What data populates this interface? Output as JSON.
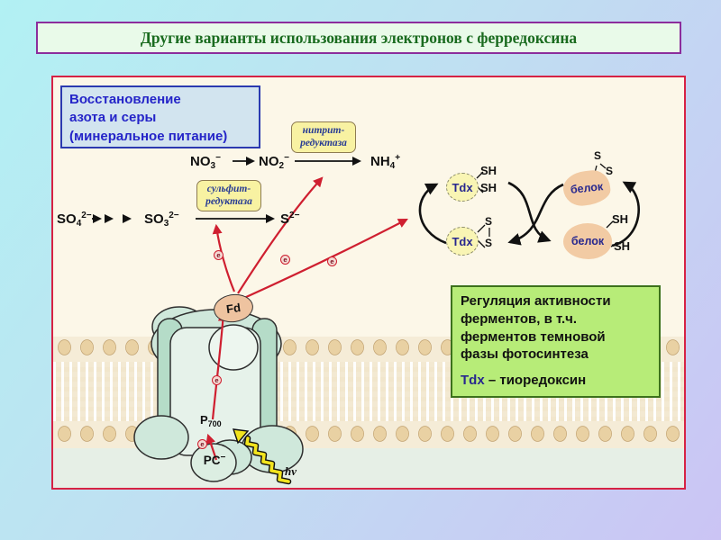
{
  "title": "Другие варианты использования электронов с ферредоксина",
  "blue_box": {
    "line1": "Восстановление",
    "line2": "азота и серы",
    "line3": "(минеральное питание)"
  },
  "nitrogen": {
    "no3": {
      "base": "NO",
      "sub": "3",
      "sup": "−"
    },
    "no2": {
      "base": "NO",
      "sub": "2",
      "sup": "−"
    },
    "nh4": {
      "base": "NH",
      "sub": "4",
      "sup": "+"
    },
    "enzyme": {
      "line1": "нитрит-",
      "line2": "редуктаза"
    }
  },
  "sulfur": {
    "so4": {
      "base": "SO",
      "sub": "4",
      "sup": "2−"
    },
    "so3": {
      "base": "SO",
      "sub": "3",
      "sup": "2−"
    },
    "s": {
      "base": "S",
      "sup": "2−"
    },
    "enzyme": {
      "line1": "сульфит-",
      "line2": "редуктаза"
    }
  },
  "cycle": {
    "tdx": "Tdx",
    "protein": "белок",
    "sh": "SH",
    "s": "S"
  },
  "green_box": {
    "line1": "Регуляция активности",
    "line2": "ферментов, в т.ч.",
    "line3": "ферментов темновой",
    "line4": "фазы фотосинтеза",
    "tdx": "Tdx",
    "tdx_def": " – тиоредоксин"
  },
  "membrane": {
    "fd": "Fd",
    "p700": {
      "base": "P",
      "sub": "700"
    },
    "pc": {
      "base": "PC",
      "sup": "−"
    },
    "hv": "hν",
    "electron": "e"
  },
  "colors": {
    "titleText": "#1a6b1f",
    "titleBg": "#e9fae9",
    "titleBorder": "#8c2d9c",
    "panelBg": "#fcf7e8",
    "panelBorder": "#d62244",
    "blueBoxBg": "#d2e4ef",
    "blueBoxBorder": "#2b3ab0",
    "blueText": "#2424c8",
    "enzymeBg": "#f8f2a2",
    "enzymeBorder": "#8d7b52",
    "enzymeText": "#283c94",
    "greenBoxBg": "#b7ec78",
    "greenBoxBorder": "#3c711c",
    "navy": "#28288e",
    "redArrow": "#cf1f30",
    "tdxBg": "#f9f5b4",
    "proteinBg": "#f2cba4",
    "fdBg": "#eec3a0",
    "membraneHead": "#e9d1a3",
    "membraneBase": "#f5ecd7",
    "stroma": "#e6efe6",
    "lightning": "#f2e41e"
  }
}
